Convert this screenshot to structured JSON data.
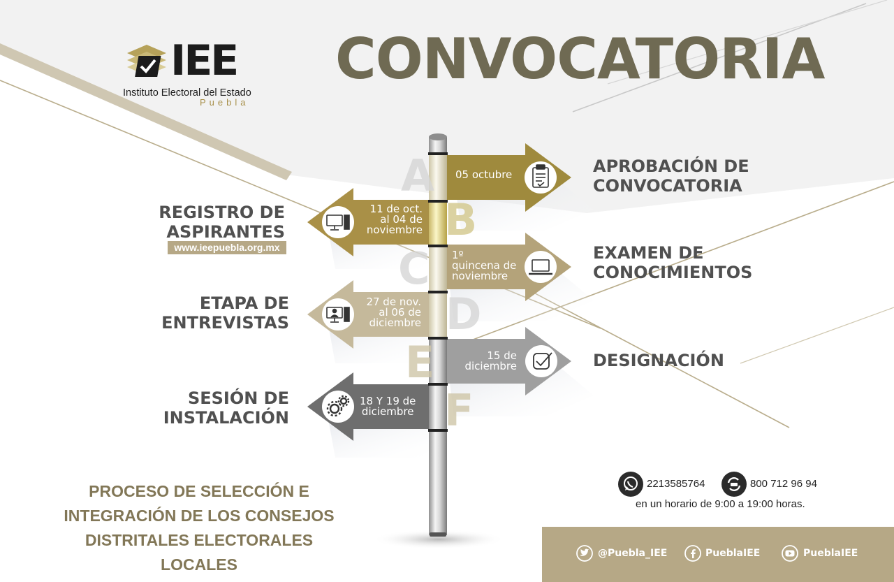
{
  "logo": {
    "name": "IEE",
    "subtitle": "Instituto Electoral del Estado",
    "city": "Puebla"
  },
  "title": "CONVOCATORIA",
  "steps": [
    {
      "letter": "A",
      "date_lines": [
        "05 octubre"
      ],
      "title_lines": [
        "APROBACIÓN DE",
        "CONVOCATORIA"
      ],
      "side": "right",
      "color": "#9f8a3d"
    },
    {
      "letter": "B",
      "date_lines": [
        "11 de oct.",
        "al 04 de",
        "noviembre"
      ],
      "title_lines": [
        "REGISTRO DE",
        "ASPIRANTES"
      ],
      "side": "left",
      "color": "#a99047"
    },
    {
      "letter": "C",
      "date_lines": [
        "1º",
        "quincena de",
        "noviembre"
      ],
      "title_lines": [
        "EXAMEN DE",
        "CONOCIMIENTOS"
      ],
      "side": "right",
      "color": "#b4a37a"
    },
    {
      "letter": "D",
      "date_lines": [
        "27 de nov.",
        "al 06 de",
        "diciembre"
      ],
      "title_lines": [
        "ETAPA DE",
        "ENTREVISTAS"
      ],
      "side": "left",
      "color": "#c5b99b"
    },
    {
      "letter": "E",
      "date_lines": [
        "15 de",
        "diciembre"
      ],
      "title_lines": [
        "DESIGNACIÓN"
      ],
      "side": "right",
      "color": "#9f9f9f"
    },
    {
      "letter": "F",
      "date_lines": [
        "18 Y 19 de",
        "diciembre"
      ],
      "title_lines": [
        "SESIÓN DE",
        "INSTALACIÓN"
      ],
      "side": "left",
      "color": "#6e6e6e"
    }
  ],
  "website": "www.ieepuebla.org.mx",
  "bottom_title": [
    "PROCESO DE SELECCIÓN E",
    "INTEGRACIÓN DE LOS CONSEJOS",
    "DISTRITALES ELECTORALES LOCALES"
  ],
  "contact": {
    "whatsapp": "2213585764",
    "phone": "800 712 96 94",
    "hours": "en un horario de 9:00 a 19:00 horas."
  },
  "social": {
    "twitter": "@Puebla_IEE",
    "facebook": "PueblaIEE",
    "youtube": "PueblaIEE"
  },
  "colors": {
    "gold": "#9f8a3d",
    "beige": "#b6a886",
    "title": "#6f6a53",
    "text_dark": "#505050"
  }
}
